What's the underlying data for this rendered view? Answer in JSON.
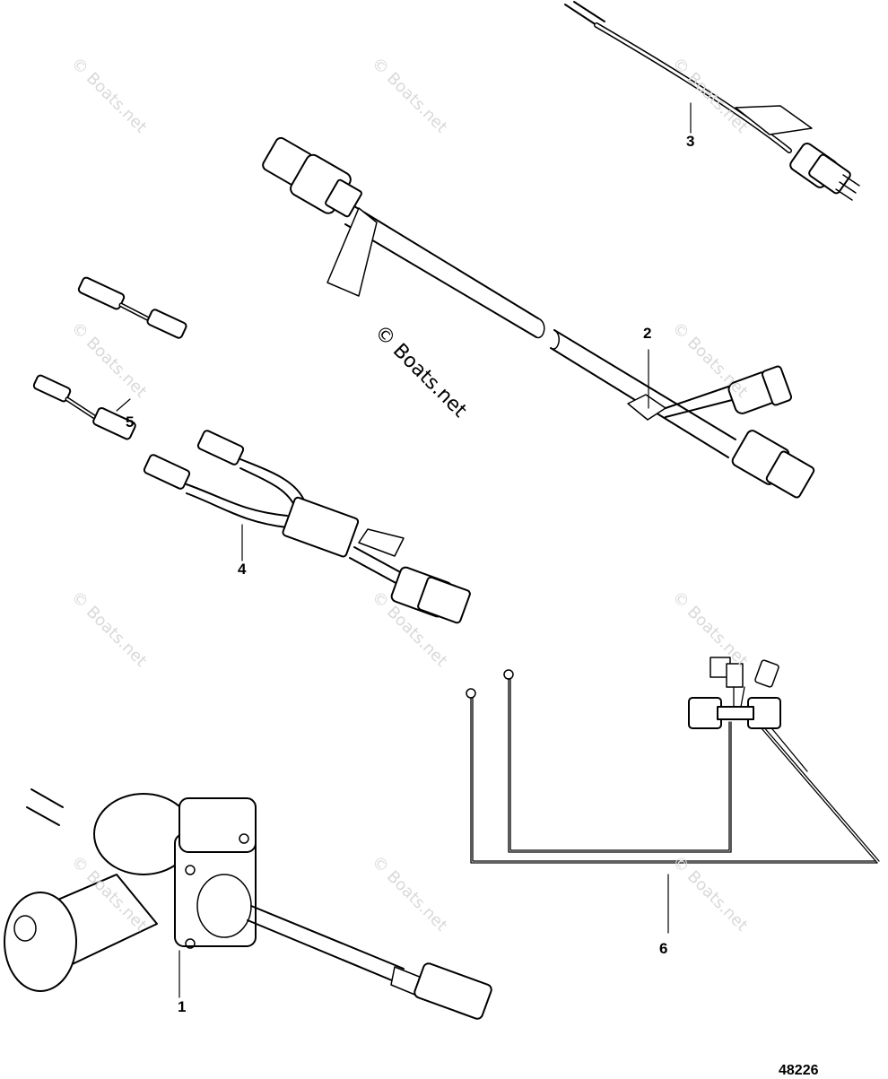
{
  "diagram": {
    "figure_number": "48226",
    "watermark": "© Boats.net",
    "callouts": [
      "1",
      "2",
      "3",
      "4",
      "5",
      "6"
    ]
  }
}
